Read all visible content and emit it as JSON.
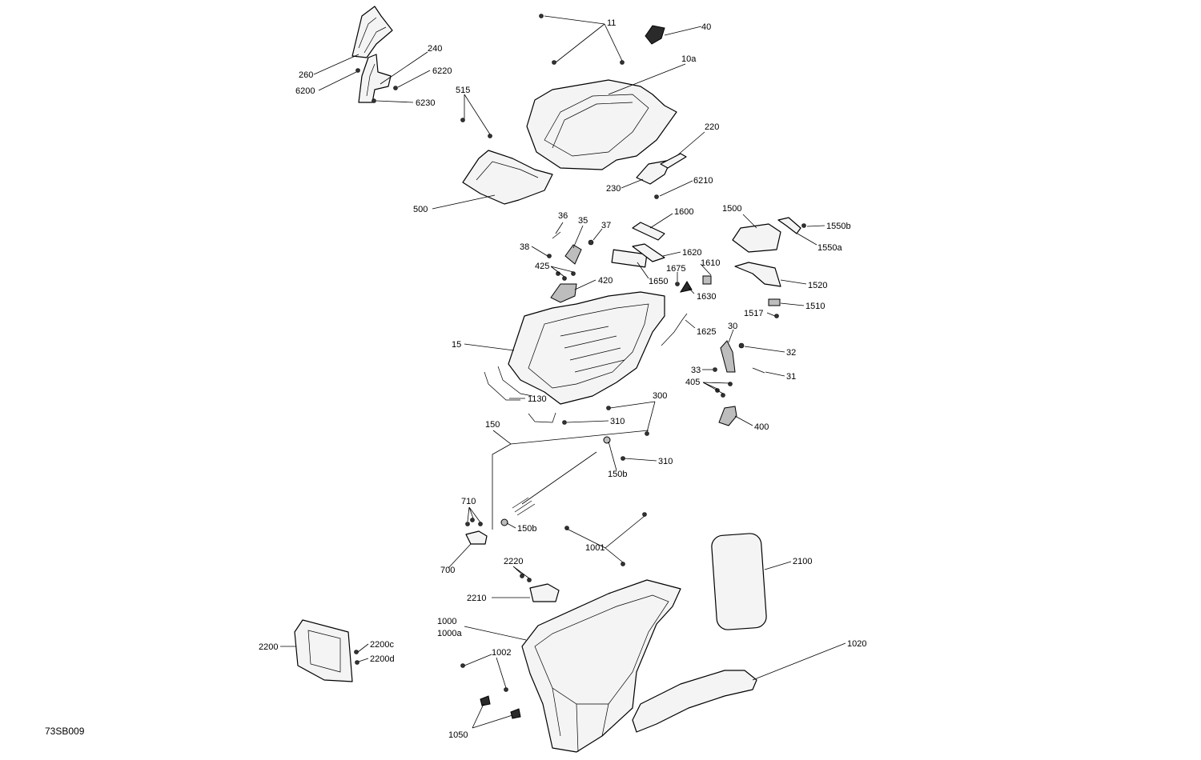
{
  "diagram_ref": "73SB009",
  "callouts": {
    "c11": "11",
    "c40": "40",
    "c10a": "10a",
    "c220": "220",
    "c6210": "6210",
    "c230": "230",
    "c260": "260",
    "c240": "240",
    "c6220": "6220",
    "c6200": "6200",
    "c6230": "6230",
    "c515": "515",
    "c500": "500",
    "c36": "36",
    "c35": "35",
    "c37": "37",
    "c38": "38",
    "c425": "425",
    "c420": "420",
    "c1600": "1600",
    "c1620": "1620",
    "c1650": "1650",
    "c1675": "1675",
    "c1610": "1610",
    "c1630": "1630",
    "c1500": "1500",
    "c1550b": "1550b",
    "c1550a": "1550a",
    "c1520": "1520",
    "c1510": "1510",
    "c1517": "1517",
    "c15": "15",
    "c1625": "1625",
    "c30": "30",
    "c32": "32",
    "c33": "33",
    "c31": "31",
    "c405": "405",
    "c400": "400",
    "c1130": "1130",
    "c300": "300",
    "c310a": "310",
    "c150": "150",
    "c310b": "310",
    "c150b_top": "150b",
    "c710": "710",
    "c150b_bottom": "150b",
    "c700": "700",
    "c1001": "1001",
    "c2100": "2100",
    "c2220": "2220",
    "c2210": "2210",
    "c1000": "1000",
    "c1000a": "1000a",
    "c1020": "1020",
    "c2200": "2200",
    "c2200c": "2200c",
    "c2200d": "2200d",
    "c1002": "1002",
    "c1050": "1050"
  }
}
